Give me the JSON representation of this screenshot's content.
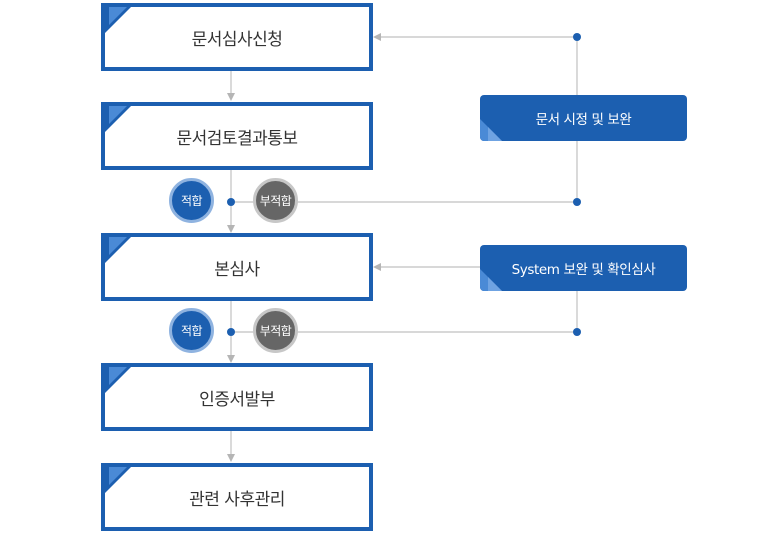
{
  "steps": [
    "문서심사신청",
    "문서검토결과통보",
    "본심사",
    "인증서발부",
    "관련 사후관리"
  ],
  "badges": {
    "pass": "적합",
    "fail": "부적합"
  },
  "actions": [
    "문서 시정 및 보완",
    "System 보완 및 확인심사"
  ],
  "colors": {
    "primary": "#1c5fb0",
    "accent": "#4a8ad6",
    "fail_badge": "#666666",
    "connector": "#c0c0c0",
    "node_dot": "#1c5fb0"
  }
}
